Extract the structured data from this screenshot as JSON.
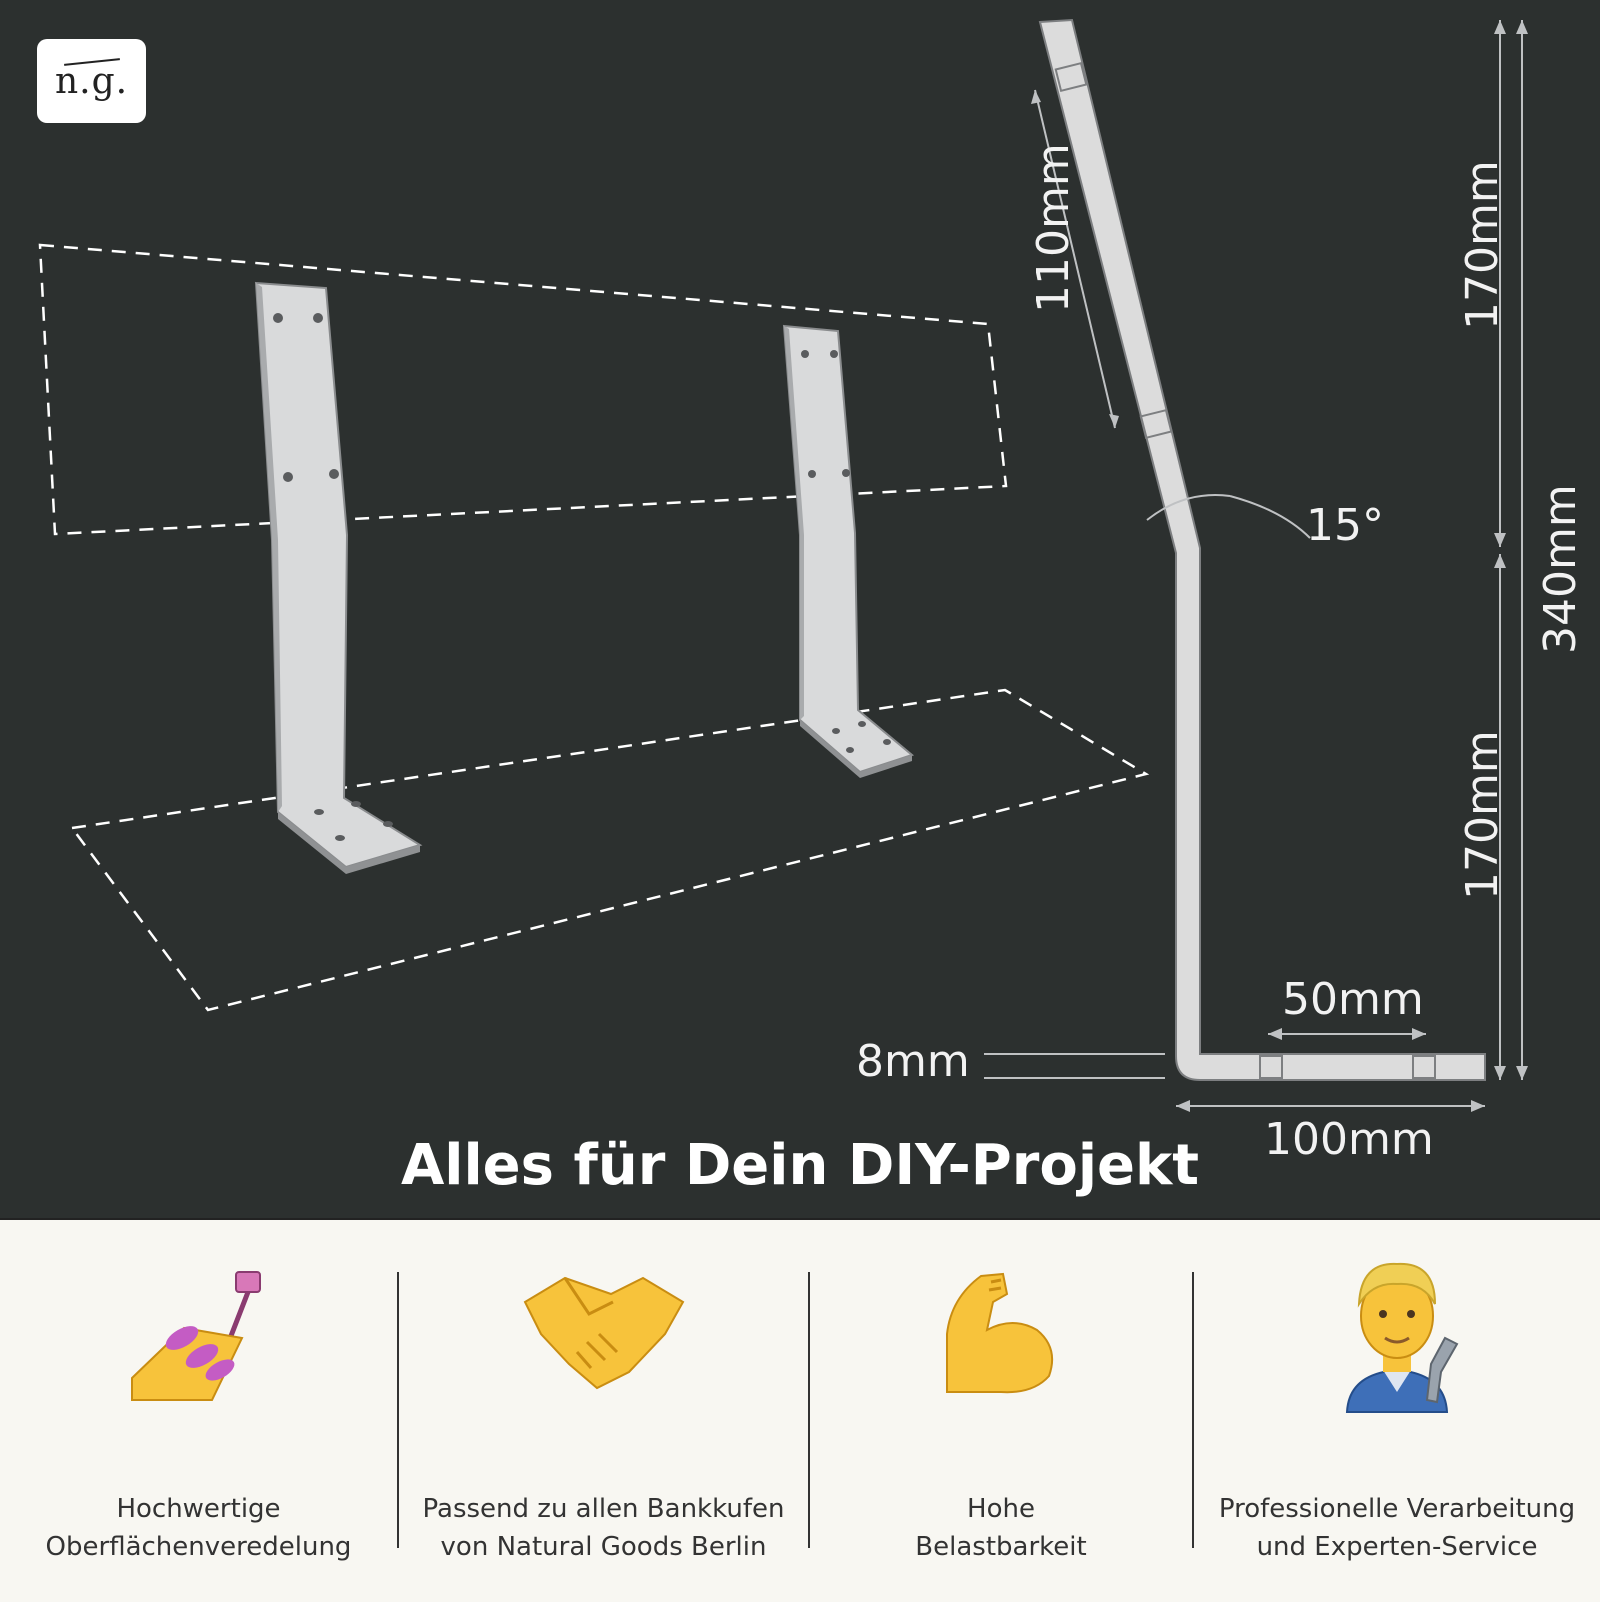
{
  "logo": {
    "text": "n.g."
  },
  "headline": "Alles für Dein DIY-Projekt",
  "dimensions": {
    "top_segment": "110mm",
    "upper_height": "170mm",
    "lower_height": "170mm",
    "total_height": "340mm",
    "angle": "15°",
    "hole_spacing": "50mm",
    "thickness": "8mm",
    "foot_length": "100mm"
  },
  "features": [
    {
      "line1": "Hochwertige",
      "line2": "Oberflächenveredelung",
      "icon": "nail-polish-icon"
    },
    {
      "line1": "Passend zu allen Bankkufen",
      "line2": "von Natural Goods Berlin",
      "icon": "handshake-icon"
    },
    {
      "line1": "Hohe",
      "line2": "Belastbarkeit",
      "icon": "flexed-biceps-icon"
    },
    {
      "line1": "Professionelle Verarbeitung",
      "line2": "und Experten-Service",
      "icon": "mechanic-icon"
    }
  ]
}
